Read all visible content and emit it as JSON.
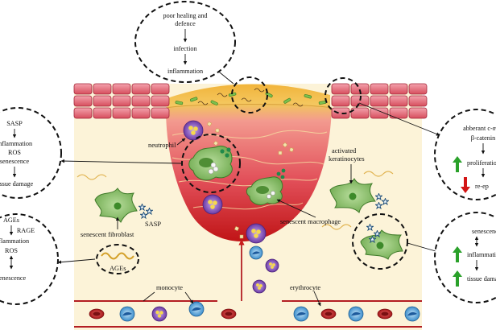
{
  "labels": {
    "neutrophil": "neutrophil",
    "senescent_fibroblast": "senescent fibroblast",
    "sasp": "SASP",
    "ages": "AGEs",
    "monocyte": "monocyte",
    "senescent_macrophage": "senescent macrophage",
    "activated_keratinocytes_1": "activated",
    "activated_keratinocytes_2": "keratinocytes",
    "erythrocyte": "erythrocyte"
  },
  "bubbles": {
    "top": [
      "poor healing and",
      "defence",
      "infection",
      "inflammation"
    ],
    "left_upper": [
      "SASP",
      "inflammation",
      "ROS",
      "senescence",
      "tissue damage"
    ],
    "left_lower": [
      "AGEs",
      "RAGE",
      "inflammation",
      "ROS",
      "senescence"
    ],
    "right_upper": [
      "abberant c-",
      "myc",
      "β-catenin",
      "proliferation",
      "re-ep"
    ],
    "right_lower": [
      "senescence",
      "inflammation",
      "tissue damage"
    ]
  },
  "colors": {
    "skin_cell": "#e0727e",
    "wound_top": "#f0b640",
    "wound_bottom": "#c21a1c",
    "dermis": "#fcf3d8",
    "cell_green": "#8dc26f",
    "purple_cell": "#7a4fb1",
    "blue_cell": "#2f84c6",
    "erythrocyte": "#b31e23",
    "arrow_up": "#2aa12a",
    "arrow_down": "#d31515"
  }
}
